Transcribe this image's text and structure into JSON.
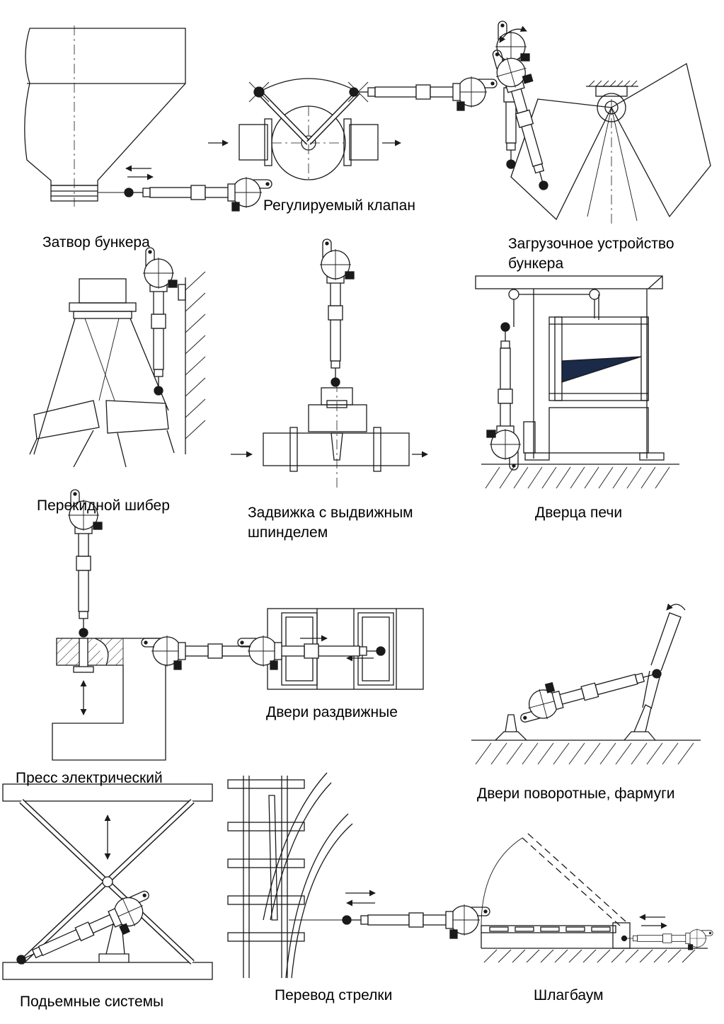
{
  "captions": {
    "hopper_gate": "Затвор бункера",
    "control_valve": "Регулируемый клапан",
    "hopper_loader_line1": "Загрузочное устройство",
    "hopper_loader_line2": "бункера",
    "diverter_gate": "Перекидной шибер",
    "gate_valve_line1": "Задвижка с выдвижным",
    "gate_valve_line2": "шпинделем",
    "furnace_door": "Дверца печи",
    "electric_press": "Пресс электрический",
    "sliding_doors": "Двери раздвижные",
    "swing_doors": "Двери поворотные, фармуги",
    "lifting_systems": "Подьемные системы",
    "rail_switch": "Перевод стрелки",
    "barrier": "Шлагбаум"
  },
  "colors": {
    "line": "#1a1a1a",
    "background": "#ffffff"
  }
}
